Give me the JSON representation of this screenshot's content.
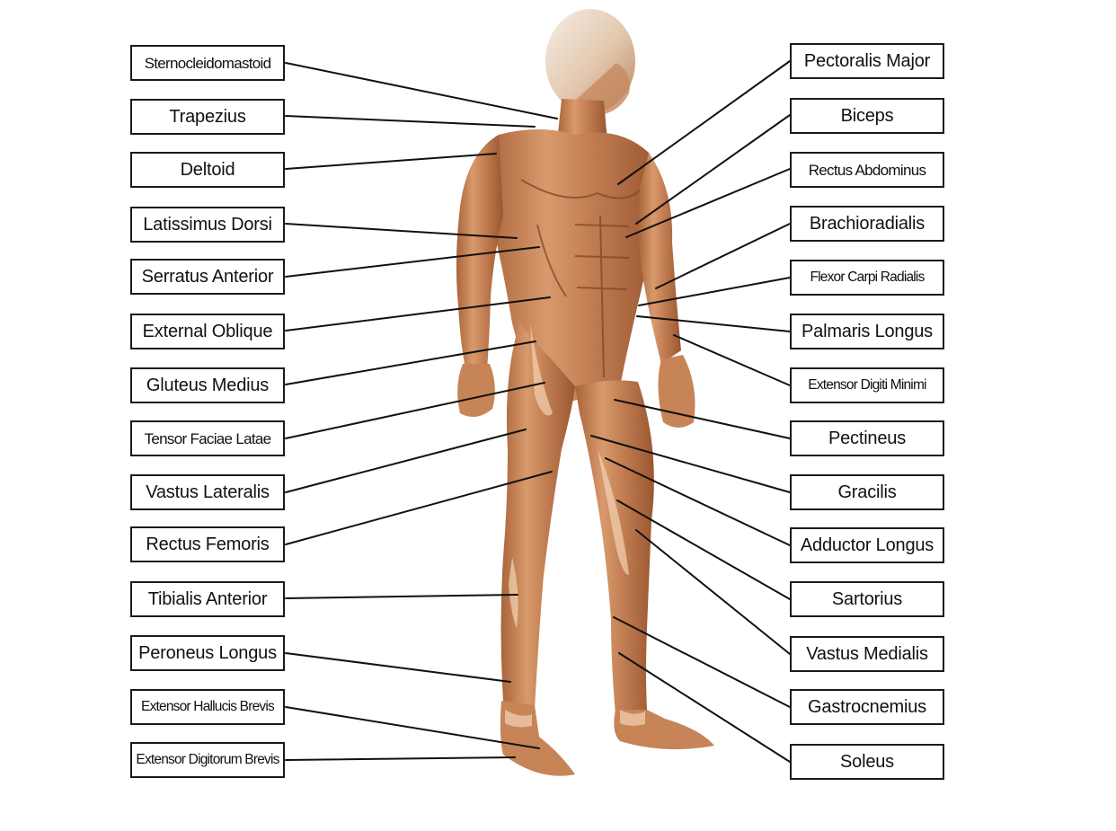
{
  "diagram": {
    "left_labels": [
      "Sternocleidomastoid",
      "Trapezius",
      "Deltoid",
      "Latissimus Dorsi",
      "Serratus Anterior",
      "External Oblique",
      "Gluteus Medius",
      "Tensor Faciae Latae",
      "Vastus Lateralis",
      "Rectus Femoris",
      "Tibialis Anterior",
      "Peroneus Longus",
      "Extensor Hallucis Brevis",
      "Extensor Digitorum Brevis"
    ],
    "right_labels": [
      "Pectoralis Major",
      "Biceps",
      "Rectus Abdominus",
      "Brachioradialis",
      "Flexor Carpi Radialis",
      "Palmaris Longus",
      "Extensor Digiti Minimi",
      "Pectineus",
      "Gracilis",
      "Adductor Longus",
      "Sartorius",
      "Vastus Medialis",
      "Gastrocnemius",
      "Soleus"
    ],
    "colors": {
      "skin": "#c9875a",
      "skin_dark": "#8a4e2c",
      "skin_light": "#f0c9a8",
      "line": "#111111",
      "box_border": "#1a1a1a"
    }
  }
}
